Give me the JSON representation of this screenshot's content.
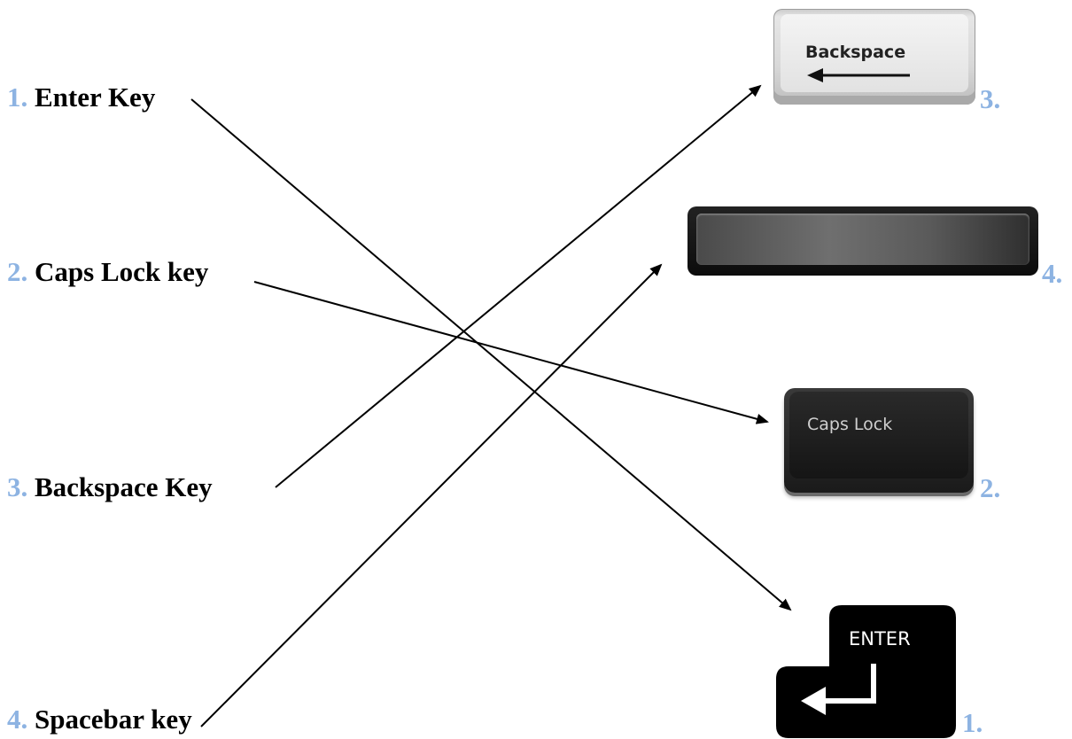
{
  "labels": [
    {
      "num": "1.",
      "text": " Enter Key"
    },
    {
      "num": "2.",
      "text": " Caps Lock key"
    },
    {
      "num": "3.",
      "text": " Backspace Key"
    },
    {
      "num": "4.",
      "text": " Spacebar key"
    }
  ],
  "keys": {
    "backspace": {
      "legend": "Backspace",
      "number": "3."
    },
    "spacebar": {
      "legend": "",
      "number": "4."
    },
    "caps_lock": {
      "legend": "Caps Lock",
      "number": "2."
    },
    "enter": {
      "legend": "ENTER",
      "number": "1."
    }
  },
  "colors": {
    "number_accent": "#8db3e2",
    "text": "#000000",
    "arrow": "#000000"
  },
  "icons": {
    "backspace": "left-arrow-icon",
    "enter": "return-arrow-icon"
  }
}
